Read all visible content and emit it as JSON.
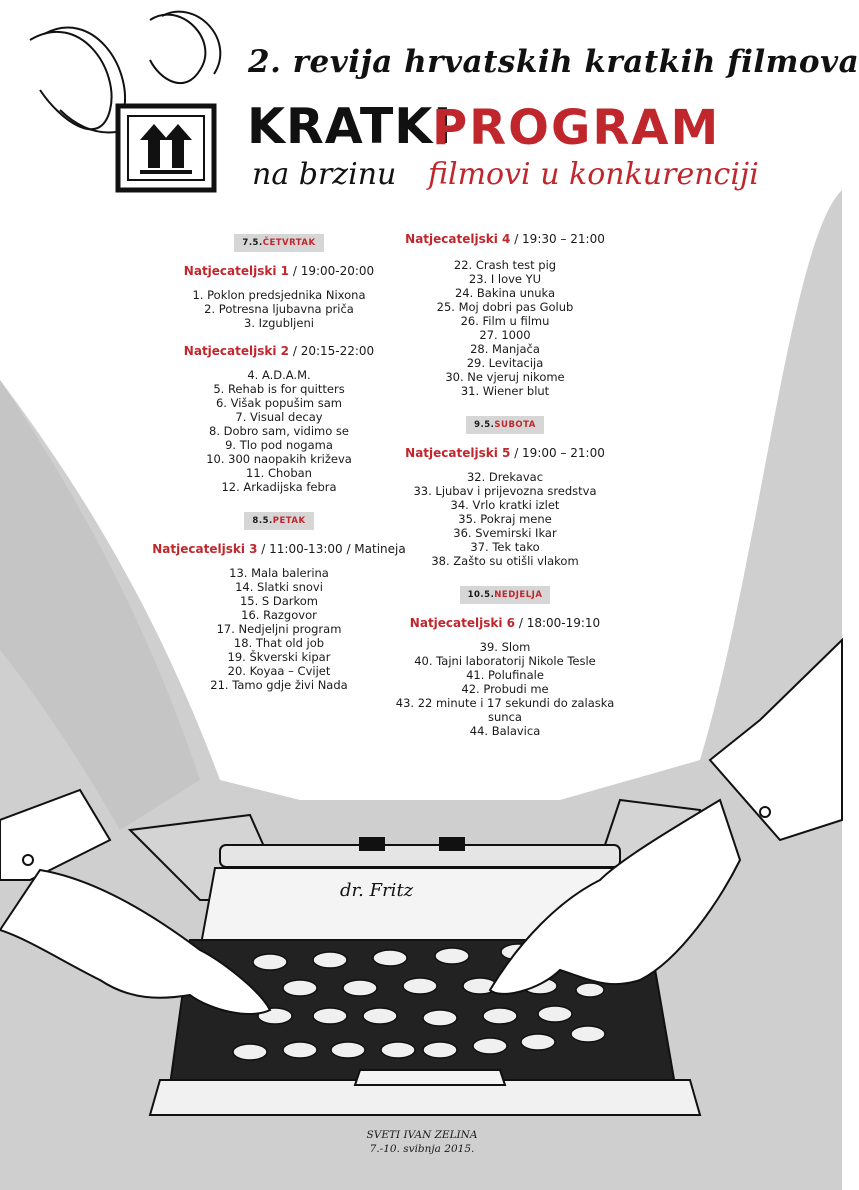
{
  "header": {
    "festival": "2. revija hrvatskih kratkih filmova",
    "kratki": "KRATKI",
    "program": "PROGRAM",
    "na_bezinu": "na brzinu",
    "filmovi": "filmovi u konkurenciji"
  },
  "days": [
    {
      "date": "7.5.",
      "name": "ČETVRTAK"
    },
    {
      "date": "8.5.",
      "name": "PETAK"
    },
    {
      "date": "9.5.",
      "name": "SUBOTA"
    },
    {
      "date": "10.5.",
      "name": "NEDJELJA"
    }
  ],
  "blocks": [
    {
      "name": "Natjecateljski 1",
      "time": " / 19:00-20:00"
    },
    {
      "name": "Natjecateljski 2",
      "time": " / 20:15-22:00"
    },
    {
      "name": "Natjecateljski 3",
      "time": " / 11:00-13:00 / Matineja"
    },
    {
      "name": "Natjecateljski 4",
      "time": " / 19:30 – 21:00"
    },
    {
      "name": "Natjecateljski 5",
      "time": " / 19:00 – 21:00"
    },
    {
      "name": "Natjecateljski 6",
      "time": " / 18:00-19:10"
    }
  ],
  "films": [
    "1. Poklon predsjednika Nixona",
    "2. Potresna ljubavna priča",
    "3. Izgubljeni",
    "4. A.D.A.M.",
    "5. Rehab is for quitters",
    "6. Višak popušim sam",
    "7. Visual decay",
    "8. Dobro sam, vidimo se",
    "9. Tlo pod nogama",
    "10. 300 naopakih križeva",
    "11. Choban",
    "12. Arkadijska febra",
    "13. Mala balerina",
    "14. Slatki snovi",
    "15. S Darkom",
    "16. Razgovor",
    "17. Nedjeljni program",
    "18. That old job",
    "19. Škverski kipar",
    "20. Koyaa – Cvijet",
    "21. Tamo gdje živi Nada",
    "22. Crash test pig",
    "23. I love YU",
    "24. Bakina unuka",
    "25. Moj dobri pas Golub",
    "26. Film u filmu",
    "27. 1000",
    "28. Manjača",
    "29. Levitacija",
    "30. Ne vjeruj nikome",
    "31. Wiener blut",
    "32. Drekavac",
    "33. Ljubav i prijevozna sredstva",
    "34. Vrlo kratki izlet",
    "35. Pokraj mene",
    "36. Svemirski Ikar",
    "37. Tek tako",
    "38. Zašto su otišli vlakom",
    "39. Slom",
    "40. Tajni laboratorij Nikole Tesle",
    "41. Polufinale",
    "42. Probudi me",
    "43. 22 minute i 17 sekundi do zalaska sunca",
    "44. Balavica"
  ],
  "illustration": {
    "brand": "dr. Fritz"
  },
  "footer": {
    "location": "SVETI IVAN ZELINA",
    "dates": "7.-10. svibnja 2015."
  },
  "colors": {
    "accent": "#c0272d",
    "background_grey": "#cfcfcf",
    "badge_grey": "#d6d6d6"
  }
}
